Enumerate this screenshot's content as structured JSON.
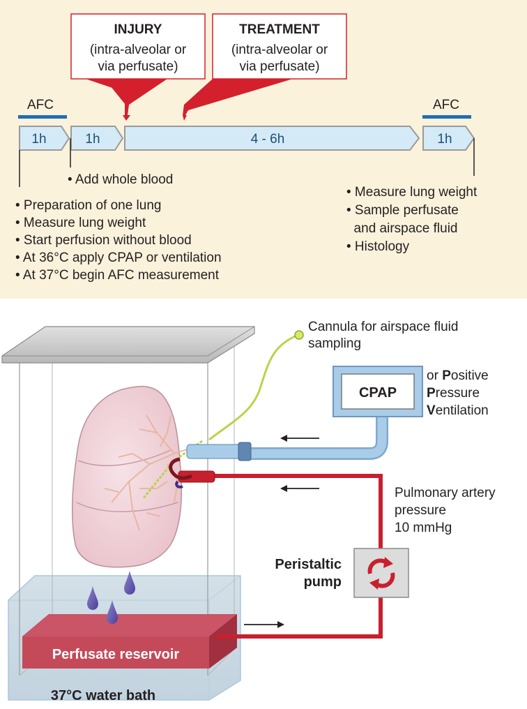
{
  "timeline": {
    "injury_box": {
      "title": "INJURY",
      "line1": "(intra-alveolar or",
      "line2": "via perfusate)"
    },
    "treatment_box": {
      "title": "TREATMENT",
      "line1": "(intra-alveolar or",
      "line2": "via perfusate)"
    },
    "afc_left_label": "AFC",
    "afc_right_label": "AFC",
    "segments": {
      "seg1": "1h",
      "seg2": "1h",
      "seg3": "4 - 6h",
      "seg4": "1h"
    },
    "add_blood_note": "• Add whole blood",
    "start_steps": [
      "• Preparation of one lung",
      "• Measure lung weight",
      "• Start perfusion without blood",
      "• At 36°C apply CPAP or ventilation",
      "• At 37°C begin AFC measurement"
    ],
    "end_steps": [
      "• Measure lung weight",
      "• Sample perfusate",
      "  and airspace fluid",
      "• Histology"
    ]
  },
  "apparatus": {
    "cannula_line1": "Cannula  for airspace fluid",
    "cannula_line2": "sampling",
    "cpap_label": "CPAP",
    "ppv": {
      "or": "or ",
      "p1": "P",
      "r1": "ositive",
      "p2": "P",
      "r2": "ressure",
      "v": "V",
      "r3": "entilation"
    },
    "pressure_line1": "Pulmonary artery",
    "pressure_line2": "pressure",
    "pressure_line3": "10 mmHg",
    "pump_line1": "Peristaltic",
    "pump_line2": "pump",
    "reservoir_label": "Perfusate reservoir",
    "water_bath_label": "37°C water bath"
  },
  "colors": {
    "panel_bg": "#fbf2dc",
    "segment_fill": "#d4eaf7",
    "afc_bar": "#1f6fb5",
    "callout_red": "#d4202c",
    "tube_red": "#c8202e",
    "tube_blue": "#a9cce8",
    "lung_pink": "#f3d7dd",
    "reservoir_red": "#c44a5a"
  }
}
